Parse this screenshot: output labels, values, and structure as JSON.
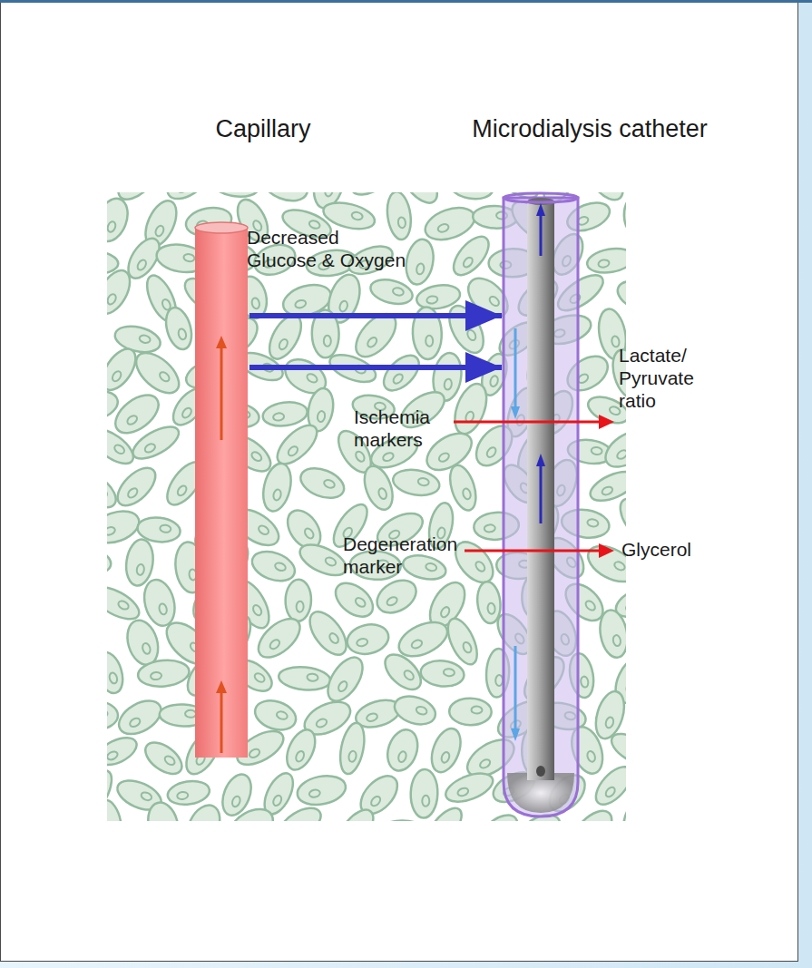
{
  "diagram": {
    "nodes": [
      {
        "text": [
          "Capillary"
        ]
      },
      {
        "text": [
          "Microdialysis catheter"
        ]
      }
    ],
    "edges": [
      {
        "from": 0,
        "to": 1,
        "arrow": "to"
      },
      {
        "from": 0,
        "to": 1,
        "arrow": "to"
      }
    ],
    "labels": [
      "Decreased Glucose & Oxygen",
      "Ischemia markers",
      "Lactate/ Pyruvate ratio",
      "Degeneration marker",
      "Glycerol"
    ]
  }
}
